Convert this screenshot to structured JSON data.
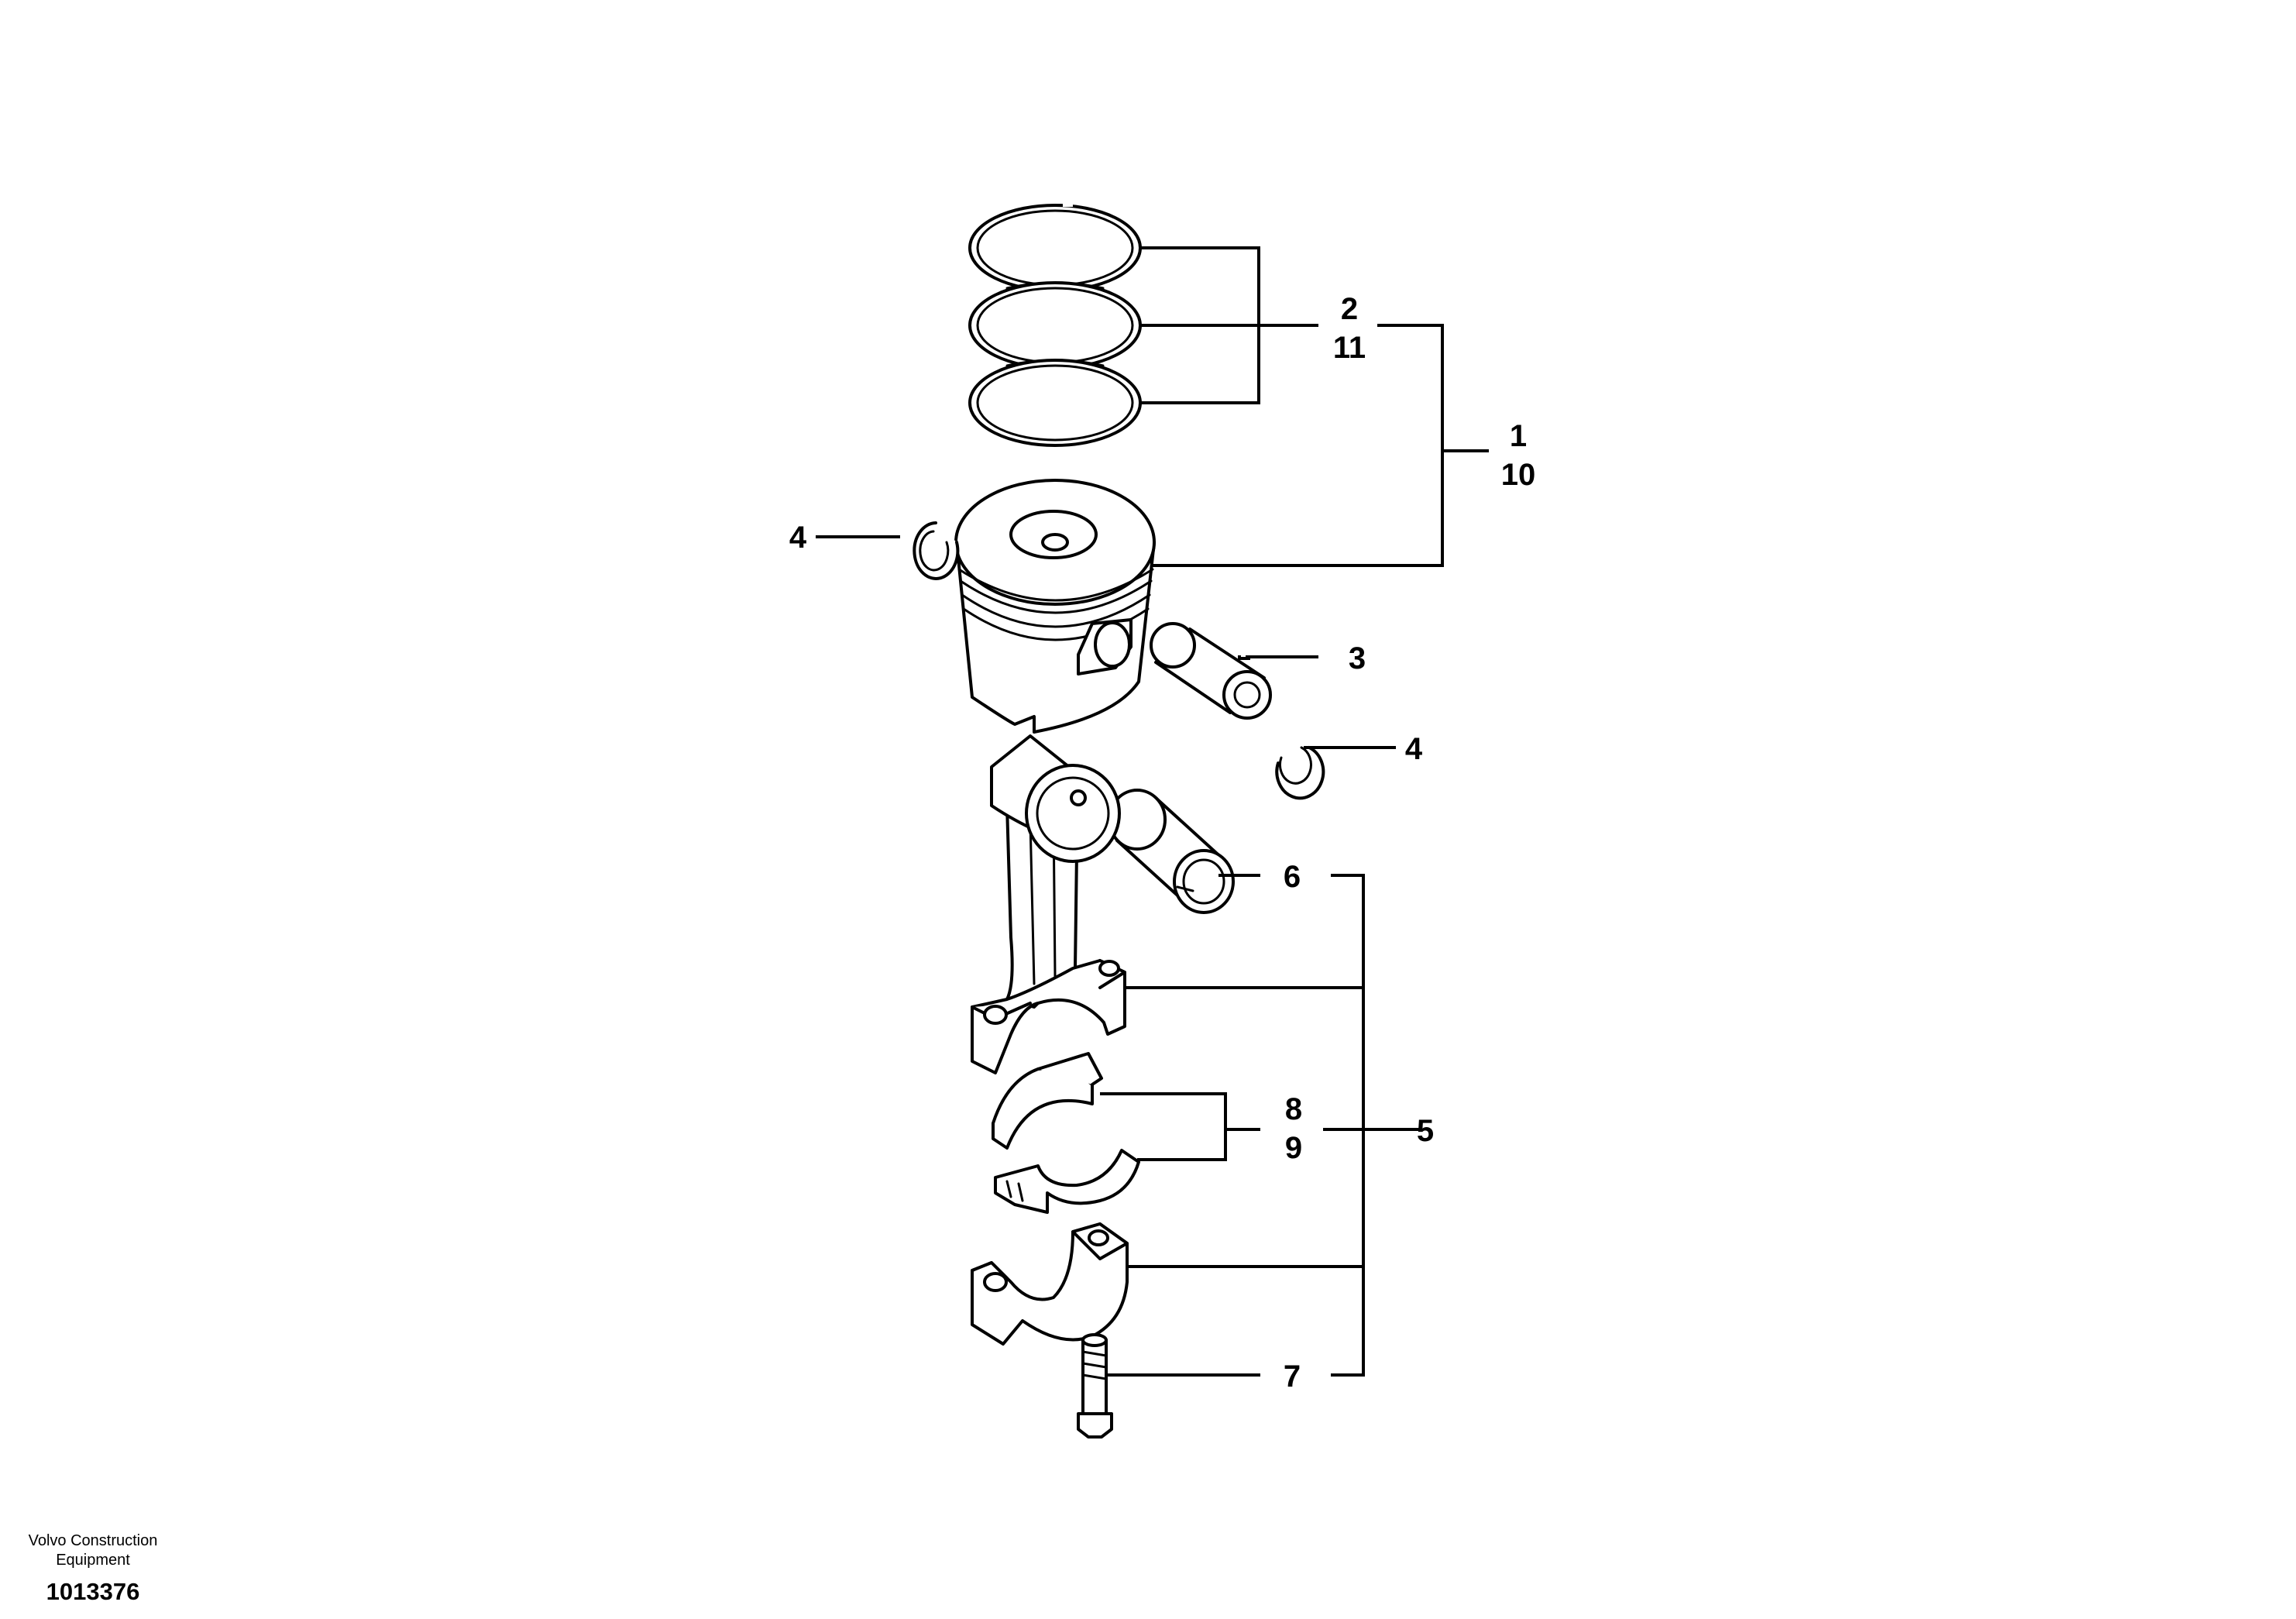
{
  "callouts": {
    "c2": "2",
    "c11": "11",
    "c1": "1",
    "c10": "10",
    "c4_left": "4",
    "c3": "3",
    "c4_right": "4",
    "c6": "6",
    "c5": "5",
    "c8": "8",
    "c9": "9",
    "c7": "7"
  },
  "footer": {
    "brand_line1": "Volvo Construction",
    "brand_line2": "Equipment",
    "drawing_number": "1013376"
  }
}
